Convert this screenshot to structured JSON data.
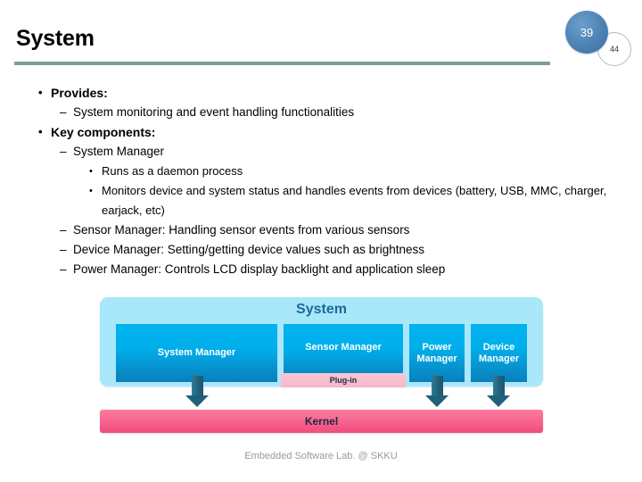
{
  "slide": {
    "title": "System",
    "footer": "Embedded Software Lab. @ SKKU",
    "accent_rule_color": "#7e9e9a"
  },
  "badges": {
    "current_page": "39",
    "total_pages": "44",
    "main_color": "#4c82b4"
  },
  "bullets": [
    {
      "level": 1,
      "mark": "•",
      "text": "Provides:"
    },
    {
      "level": 2,
      "mark": "–",
      "text": "System monitoring and event handling functionalities"
    },
    {
      "level": 1,
      "mark": "•",
      "text": "Key components:"
    },
    {
      "level": 2,
      "mark": "–",
      "text": "System Manager"
    },
    {
      "level": 3,
      "mark": "•",
      "text": "Runs as a daemon process"
    },
    {
      "level": 3,
      "mark": "•",
      "text": "Monitors device and system status and handles events from devices (battery, USB, MMC, charger, earjack, etc)"
    },
    {
      "level": 2,
      "mark": "–",
      "text": "Sensor Manager: Handling sensor events from various sensors"
    },
    {
      "level": 2,
      "mark": "–",
      "text": "Device Manager: Setting/getting device values such as brightness"
    },
    {
      "level": 2,
      "mark": "–",
      "text": "Power Manager: Controls LCD display backlight and application sleep"
    }
  ],
  "diagram": {
    "container_label": "System",
    "container_color": "#a9e7fa",
    "module_color": "#00aeea",
    "modules": {
      "system_manager": "System Manager",
      "sensor_manager": "Sensor Manager",
      "power_manager": "Power\nManager",
      "power_manager_line1": "Power",
      "power_manager_line2": "Manager",
      "device_manager_line1": "Device",
      "device_manager_line2": "Manager"
    },
    "plugin_label": "Plug-in",
    "plugin_color": "#f6b8c9",
    "kernel_label": "Kernel",
    "kernel_color": "#f8648f",
    "arrow_color": "#21607a"
  }
}
